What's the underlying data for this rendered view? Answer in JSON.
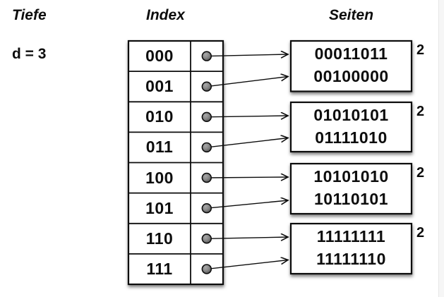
{
  "headers": {
    "tiefe": "Tiefe",
    "index": "Index",
    "seiten": "Seiten"
  },
  "depth": {
    "label": "d = 3"
  },
  "directory": {
    "rows": [
      {
        "label": "000"
      },
      {
        "label": "001"
      },
      {
        "label": "010"
      },
      {
        "label": "011"
      },
      {
        "label": "100"
      },
      {
        "label": "101"
      },
      {
        "label": "110"
      },
      {
        "label": "111"
      }
    ]
  },
  "pages": [
    {
      "entries": [
        "00011011",
        "00100000"
      ],
      "local_depth": "2"
    },
    {
      "entries": [
        "01010101",
        "01111010"
      ],
      "local_depth": "2"
    },
    {
      "entries": [
        "10101010",
        "10110101"
      ],
      "local_depth": "2"
    },
    {
      "entries": [
        "11111111",
        "11111110"
      ],
      "local_depth": "2"
    }
  ],
  "colors": {
    "stroke": "#0d0d0d",
    "fill": "#ffffff",
    "background": "#ffffff",
    "dot_center": "#a0a0a0",
    "dot_edge": "#4a4a4a"
  }
}
